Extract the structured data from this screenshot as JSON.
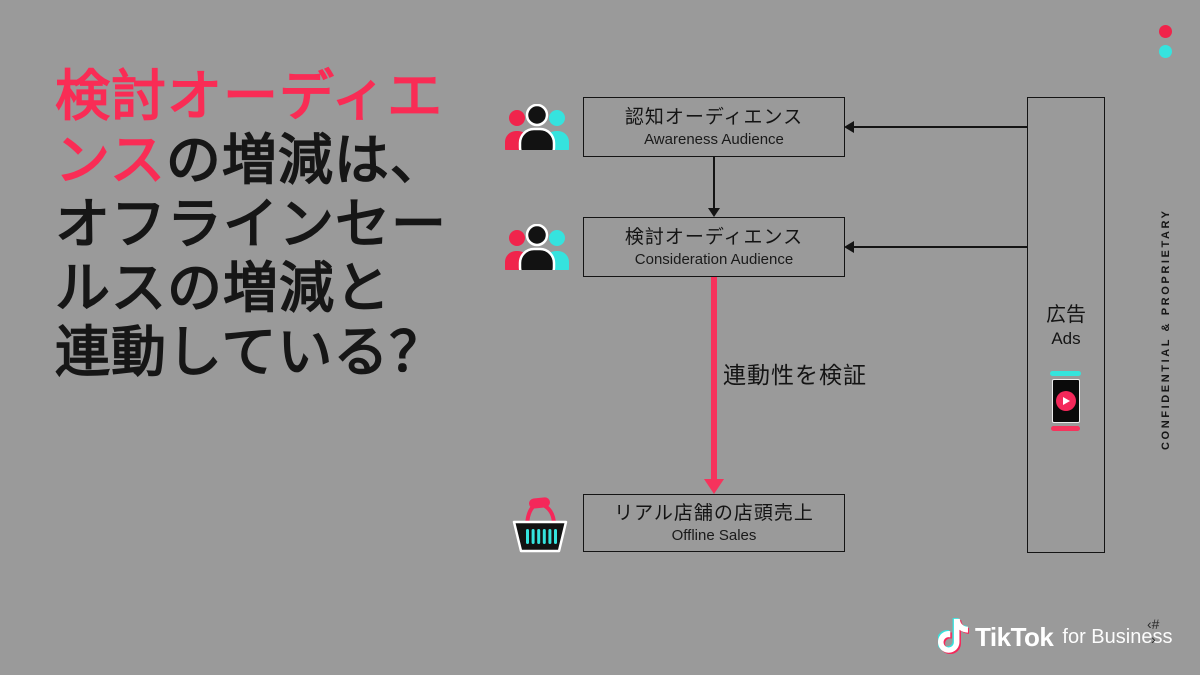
{
  "colors": {
    "background": "#9A9A9A",
    "accent_pink": "#F92C55",
    "accent_teal": "#35E4DC",
    "ink": "#141414"
  },
  "heading": {
    "lines": [
      {
        "pink": "検討オーディエ",
        "black": ""
      },
      {
        "pink": "ンス",
        "black": "の増減は、"
      },
      {
        "pink": "",
        "black": "オフラインセー"
      },
      {
        "pink": "",
        "black": "ルスの増減と"
      },
      {
        "pink": "",
        "black": "連動している？"
      }
    ]
  },
  "diagram": {
    "awareness": {
      "jp": "認知オーディエンス",
      "en": "Awareness Audience"
    },
    "consideration": {
      "jp": "検討オーディエンス",
      "en": "Consideration Audience"
    },
    "offline_sales": {
      "jp": "リアル店舗の店頭売上",
      "en": "Offline Sales"
    },
    "ads": {
      "jp": "広告",
      "en": "Ads"
    },
    "arrow_label": "連動性を検証"
  },
  "sidebar": {
    "confidential_text": "CONFIDENTIAL & PROPRIETARY"
  },
  "footer": {
    "brand": "TikTok",
    "brand_suffix": "for Business",
    "slide_number_top": "‹#",
    "slide_number_bottom": "›"
  }
}
